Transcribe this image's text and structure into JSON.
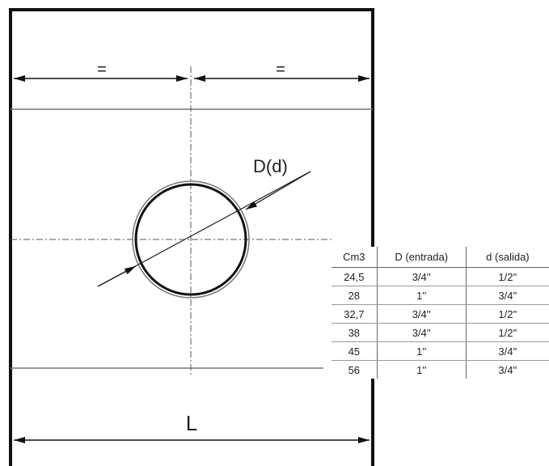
{
  "dimensions": {
    "equal_left": "=",
    "equal_right": "=",
    "diameter_label": "D(d)",
    "length_label": "L"
  },
  "table": {
    "headers": [
      "Cm3",
      "D (entrada)",
      "d (salida)"
    ],
    "rows": [
      [
        "24,5",
        "3/4''",
        "1/2''"
      ],
      [
        "28",
        "1''",
        "3/4''"
      ],
      [
        "32,7",
        "3/4''",
        "1/2''"
      ],
      [
        "38",
        "3/4''",
        "1/2''"
      ],
      [
        "45",
        "1''",
        "3/4''"
      ],
      [
        "56",
        "1''",
        "3/4''"
      ]
    ]
  }
}
